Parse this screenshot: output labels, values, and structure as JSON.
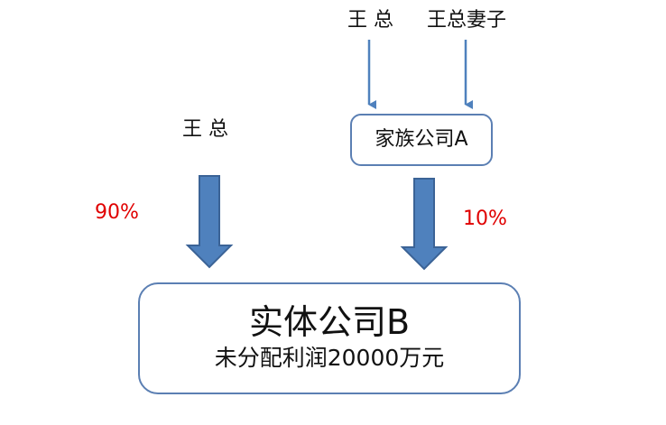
{
  "nodes": {
    "wang_top": "王 总",
    "wife": "王总妻子",
    "wang_left": "王 总",
    "family_company": "家族公司A",
    "entity_company": {
      "title": "实体公司B",
      "subtitle": "未分配利润20000万元"
    }
  },
  "edges": {
    "wang_share": "90%",
    "family_share": "10%"
  },
  "colors": {
    "arrow_fill": "#4f81bd",
    "arrow_stroke": "#3b6396",
    "thin_arrow": "#4f81bd",
    "box_border": "#5b7fb3",
    "percent_text": "#e00000"
  }
}
